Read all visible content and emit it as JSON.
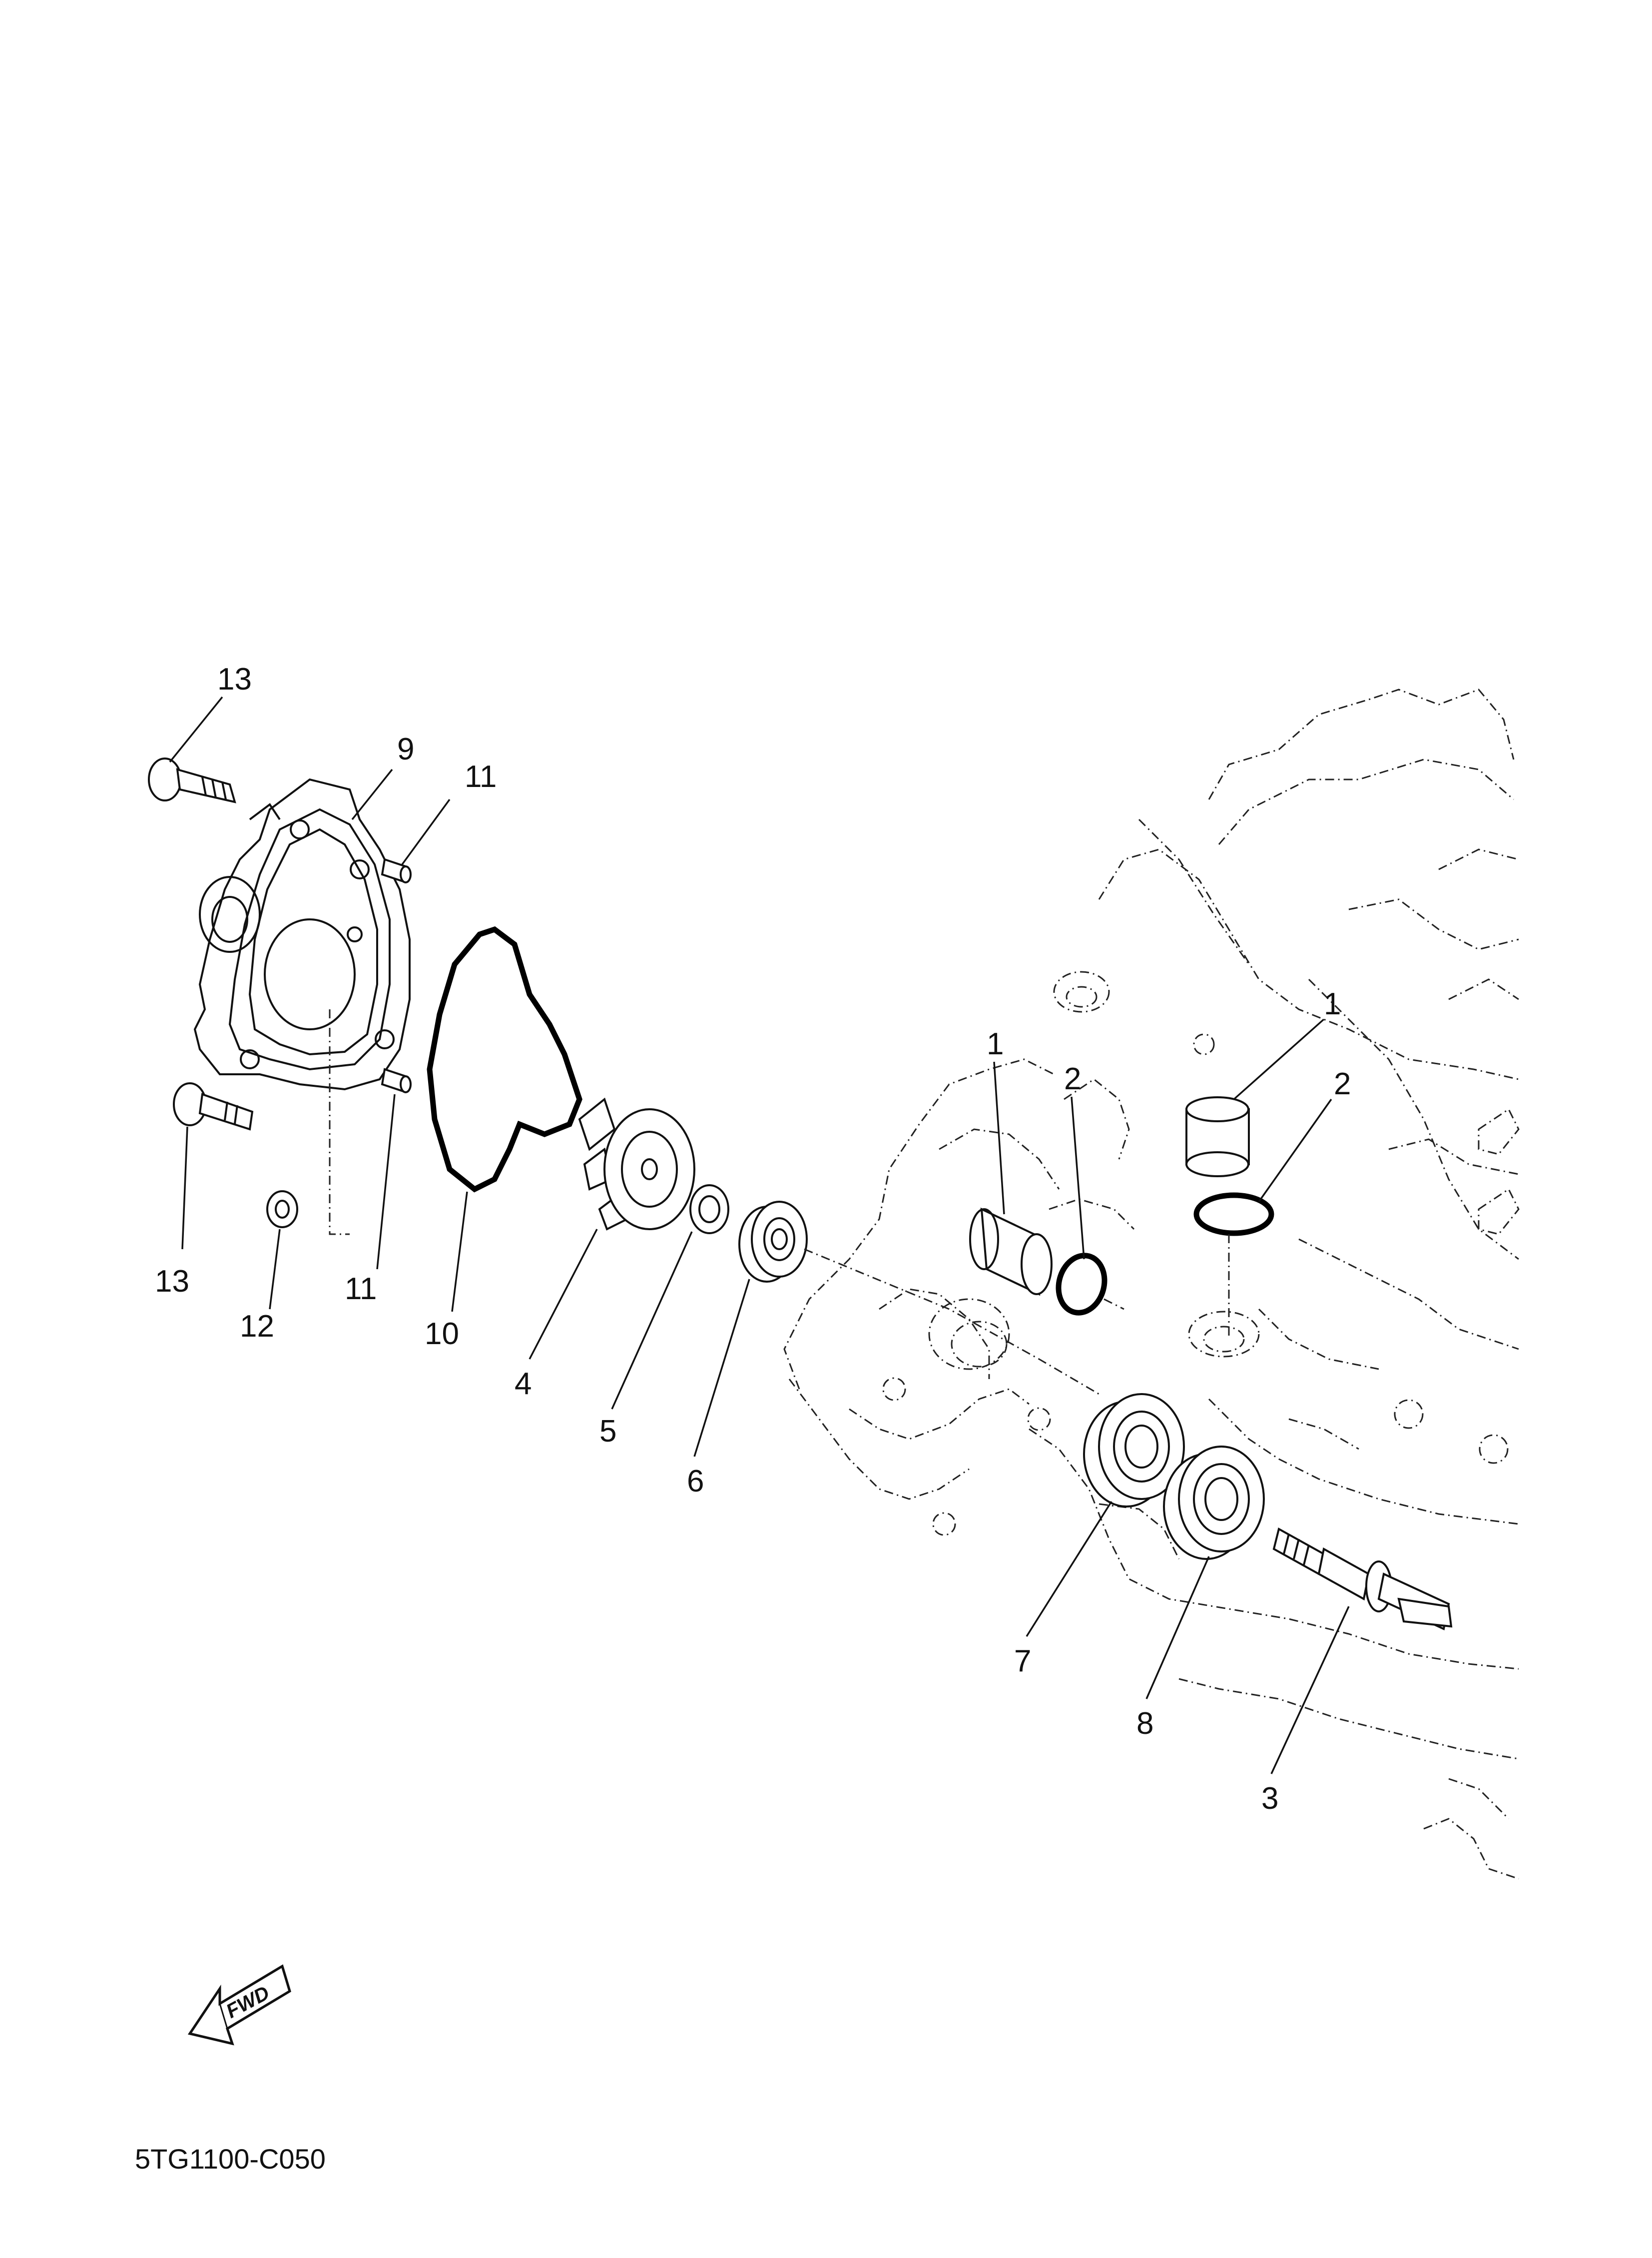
{
  "diagram": {
    "callouts": [
      {
        "id": "13a",
        "label": "13"
      },
      {
        "id": "9",
        "label": "9"
      },
      {
        "id": "11a",
        "label": "11"
      },
      {
        "id": "13b",
        "label": "13"
      },
      {
        "id": "12",
        "label": "12"
      },
      {
        "id": "11b",
        "label": "11"
      },
      {
        "id": "10",
        "label": "10"
      },
      {
        "id": "4",
        "label": "4"
      },
      {
        "id": "5",
        "label": "5"
      },
      {
        "id": "6",
        "label": "6"
      },
      {
        "id": "1a",
        "label": "1"
      },
      {
        "id": "2a",
        "label": "2"
      },
      {
        "id": "1b",
        "label": "1"
      },
      {
        "id": "2b",
        "label": "2"
      },
      {
        "id": "7",
        "label": "7"
      },
      {
        "id": "8",
        "label": "8"
      },
      {
        "id": "3",
        "label": "3"
      }
    ],
    "fwd_label": "FWD",
    "code": "5TG1100-C050"
  }
}
